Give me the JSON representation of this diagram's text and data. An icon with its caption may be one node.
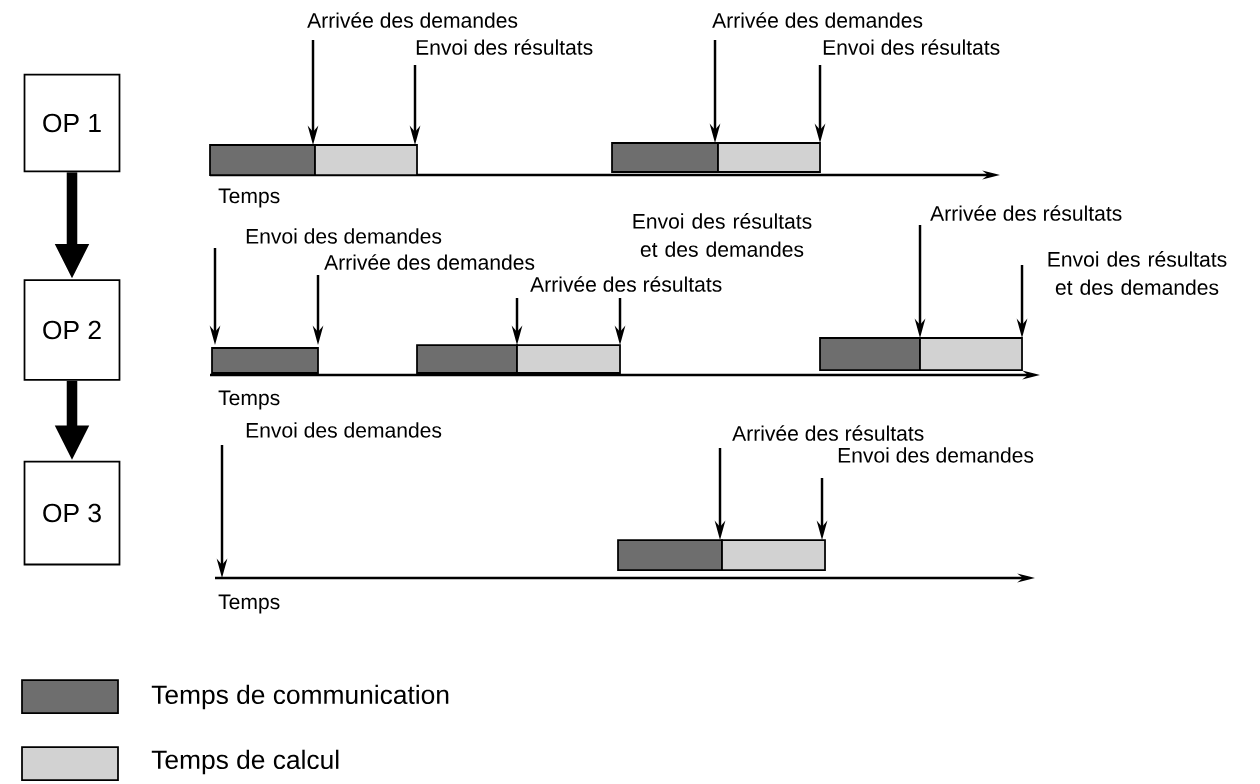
{
  "diagram": {
    "nodes": [
      {
        "text": [
          "OP 1"
        ]
      },
      {
        "text": [
          "OP 2"
        ]
      },
      {
        "text": [
          "OP 3"
        ]
      }
    ],
    "edges": [
      {
        "from": 0,
        "to": 1,
        "arrow": "to"
      },
      {
        "from": 1,
        "to": 2,
        "arrow": "to"
      }
    ],
    "labels": [
      "Arrivée des demandes",
      "Envoi des résultats",
      "Arrivée des demandes",
      "Envoi des résultats",
      "Temps",
      "Envoi des demandes",
      "Envoi des résultats et des demandes",
      "Arrivée des résultats",
      "Arrivée des demandes",
      "Arrivée des résultats",
      "Envoi des résultats et des demandes",
      "Temps",
      "Envoi des demandes",
      "Arrivée des résultats",
      "Envoi des demandes",
      "Temps"
    ],
    "legend": [
      {
        "text": "Temps de communication",
        "color": "#6e6e6e"
      },
      {
        "text": "Temps de calcul",
        "color": "#d2d2d2"
      }
    ]
  }
}
